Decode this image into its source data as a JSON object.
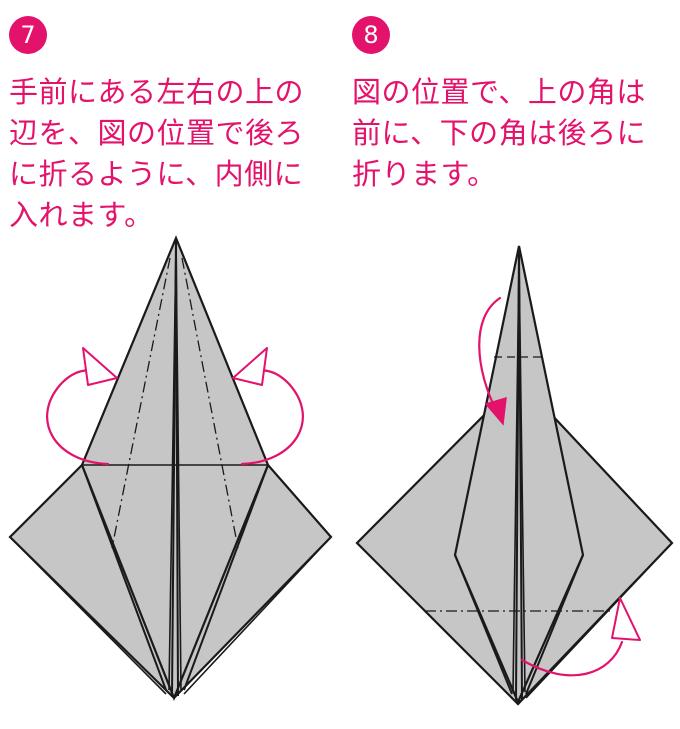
{
  "steps": [
    {
      "number": "7",
      "lines": [
        "手前にある左右の上の",
        "辺を、図の位置で後ろ",
        "に折るように、内側に",
        "入れます。"
      ]
    },
    {
      "number": "8",
      "lines": [
        "図の位置で、上の角は",
        "前に、下の角は後ろに",
        "折ります。"
      ]
    }
  ],
  "colors": {
    "accent": "#e3126b",
    "paper": "#c6c6c6",
    "outline": "#1a1a1a"
  }
}
